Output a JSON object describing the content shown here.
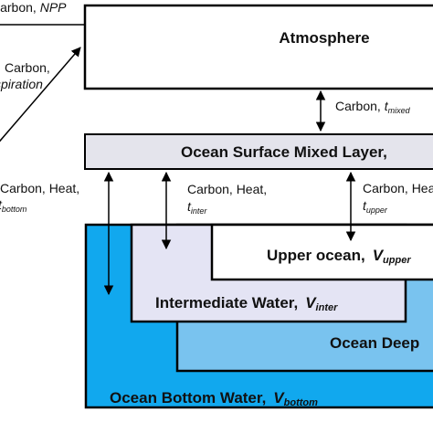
{
  "boxes": {
    "atmosphere": "Atmosphere",
    "surface_mixed_layer": "Ocean Surface Mixed Layer,",
    "upper_ocean": {
      "label": "Upper ocean,",
      "symbol": "V",
      "subscript": "upper"
    },
    "intermediate": {
      "label": "Intermediate Water,",
      "symbol": "V",
      "subscript": "inter"
    },
    "deep": {
      "label": "Ocean Deep"
    },
    "bottom": {
      "label": "Ocean Bottom Water,",
      "symbol": "V",
      "subscript": "bottom"
    }
  },
  "fluxes": {
    "npp": {
      "prefix": "Carbon, ",
      "italic": "NPP"
    },
    "respiration": {
      "line1": "Carbon,",
      "line2": "spiration"
    },
    "mixed": {
      "prefix": "Carbon, ",
      "symbol": "t",
      "subscript": "mixed"
    },
    "bottom": {
      "line1": "Carbon, Heat,",
      "symbol": "t",
      "subscript": "bottom"
    },
    "inter": {
      "line1": "Carbon, Heat,",
      "symbol": "t",
      "subscript": "inter"
    },
    "upper": {
      "line1": "Carbon, Hea",
      "symbol": "t",
      "subscript": "upper"
    }
  },
  "colors": {
    "box_outline": "#000000",
    "atmosphere_fill": "#ffffff",
    "mixed_layer_fill": "#e4e4ec",
    "upper_fill": "#ffffff",
    "intermediate_fill": "#e4e4f4",
    "deep_fill": "#79c3ef",
    "bottom_fill": "#11a8ee"
  }
}
